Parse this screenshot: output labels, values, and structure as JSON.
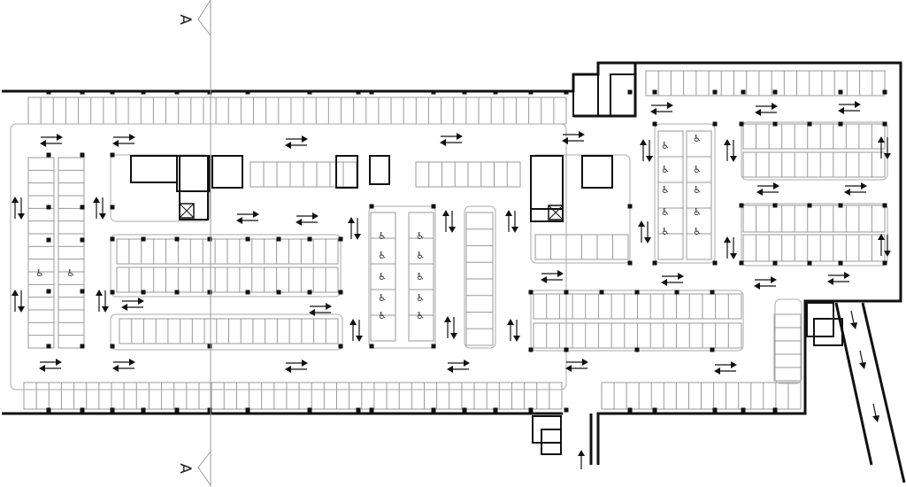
{
  "drawing": {
    "type": "underground parking floor plan",
    "section_marker_top": "A",
    "section_marker_bottom": "A"
  },
  "colors": {
    "wall": "#111111",
    "stall_line": "#9a9a9a",
    "arrow": "#111111",
    "background": "#ffffff"
  }
}
